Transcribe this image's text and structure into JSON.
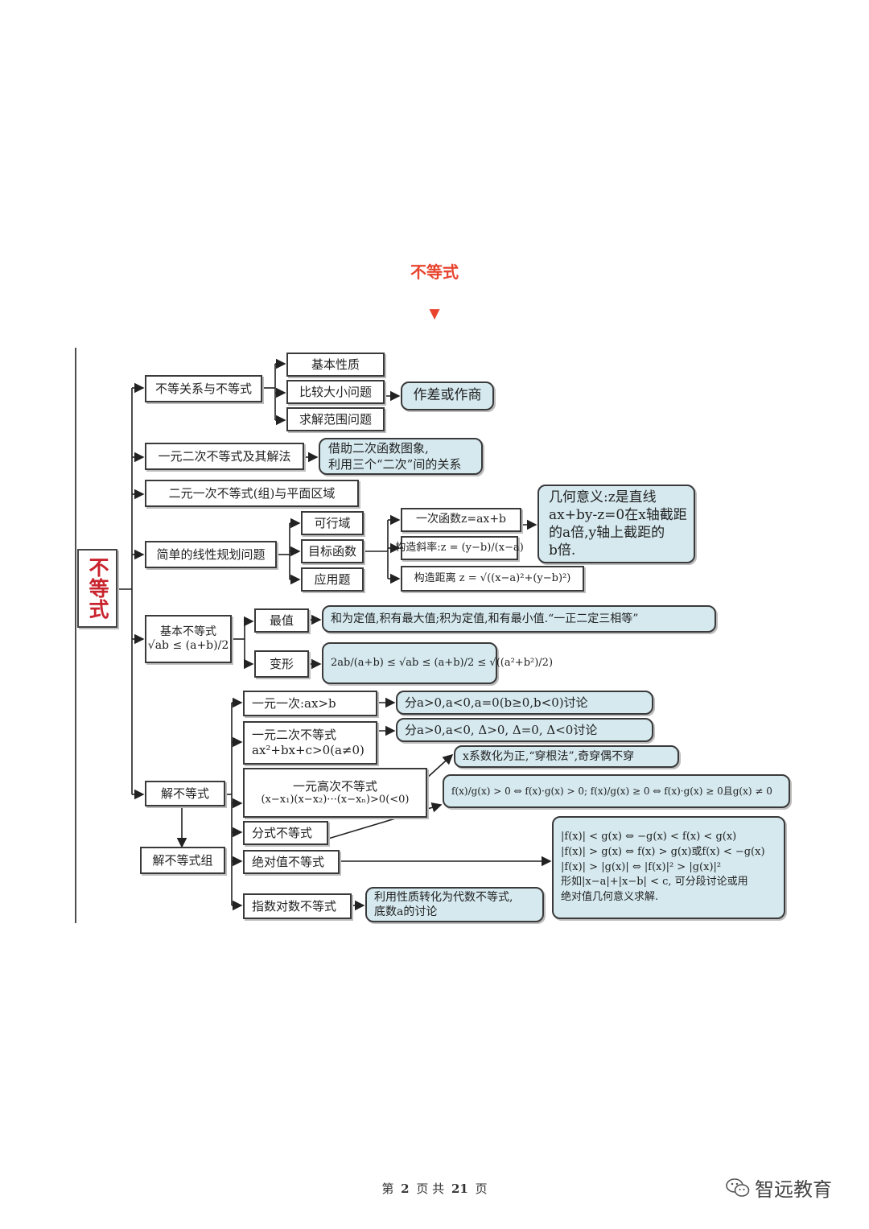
{
  "heading": "不等式",
  "heading_marker": "▼",
  "root": "不等式",
  "branches": {
    "b1": "不等关系与不等式",
    "b1_children": [
      "基本性质",
      "比较大小问题",
      "求解范围问题"
    ],
    "b1_note": "作差或作商",
    "b2": "一元二次不等式及其解法",
    "b2_note": [
      "借助二次函数图象,",
      "利用三个“二次”间的关系"
    ],
    "b3": "二元一次不等式(组)与平面区域",
    "b4": "简单的线性规划问题",
    "b4_children": [
      "可行域",
      "目标函数",
      "应用题"
    ],
    "b4_sub": [
      "一次函数z=ax+b",
      "构造斜率:z = (y−b)/(x−a)",
      "构造距离 z = √((x−a)²+(y−b)²)"
    ],
    "b4_note": [
      "几何意义:z是直线",
      "ax+by-z=0在x轴截距",
      "的a倍,y轴上截距的",
      "b倍."
    ],
    "b5": [
      "基本不等式",
      "√ab ≤ (a+b)/2"
    ],
    "b5_children": [
      "最值",
      "变形"
    ],
    "b5_note1": "和为定值,积有最大值;积为定值,和有最小值.“一正二定三相等”",
    "b5_note2": "2ab/(a+b) ≤ √ab ≤ (a+b)/2 ≤ √((a²+b²)/2)",
    "b6": "解不等式",
    "b6_sub": "解不等式组",
    "b6_children": {
      "c1": "一元一次:ax>b",
      "c2": [
        "一元二次不等式",
        "ax²+bx+c>0(a≠0)"
      ],
      "c3": [
        "一元高次不等式",
        "(x−x₁)(x−x₂)···(x−xₙ)>0(<0)"
      ],
      "c4": "分式不等式",
      "c5": "绝对值不等式",
      "c6": "指数对数不等式"
    },
    "b6_notes": {
      "n1": "分a>0,a<0,a=0(b≥0,b<0)讨论",
      "n2": "分a>0,a<0, Δ>0, Δ=0, Δ<0讨论",
      "n3": "x系数化为正,“穿根法”,奇穿偶不穿",
      "n4": "f(x)/g(x) > 0 ⇔ f(x)·g(x) > 0; f(x)/g(x) ≥ 0 ⇔ f(x)·g(x) ≥ 0且g(x) ≠ 0",
      "n5": [
        "|f(x)| < g(x) ⇔ −g(x) < f(x) < g(x)",
        "|f(x)| > g(x) ⇔ f(x) > g(x)或f(x) < −g(x)",
        "|f(x)| > |g(x)| ⇔ |f(x)|² > |g(x)|²",
        "形如|x−a|+|x−b| < c, 可分段讨论或用",
        "绝对值几何意义求解."
      ],
      "n6": [
        "利用性质转化为代数不等式,",
        "底数a的讨论"
      ]
    }
  },
  "footer": {
    "pre": "第",
    "page": "2",
    "mid": "页 共",
    "total": "21",
    "post": "页"
  },
  "brand": "智远教育",
  "colors": {
    "heading": "#e8442e",
    "root_text": "#c9232e",
    "note_fill": "#d5e9ef"
  }
}
